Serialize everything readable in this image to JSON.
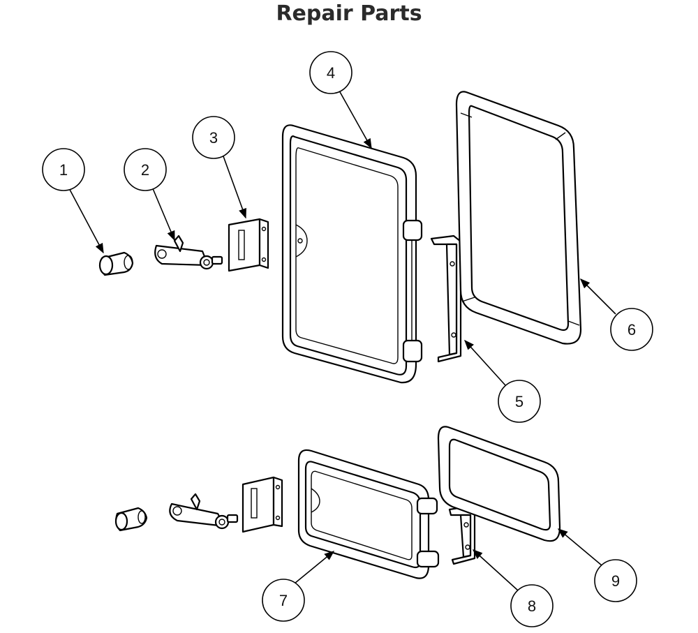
{
  "title": "Repair Parts",
  "callouts": [
    {
      "id": "c1",
      "label": "1"
    },
    {
      "id": "c2",
      "label": "2"
    },
    {
      "id": "c3",
      "label": "3"
    },
    {
      "id": "c4",
      "label": "4"
    },
    {
      "id": "c5",
      "label": "5"
    },
    {
      "id": "c6",
      "label": "6"
    },
    {
      "id": "c7",
      "label": "7"
    },
    {
      "id": "c8",
      "label": "8"
    },
    {
      "id": "c9",
      "label": "9"
    }
  ]
}
